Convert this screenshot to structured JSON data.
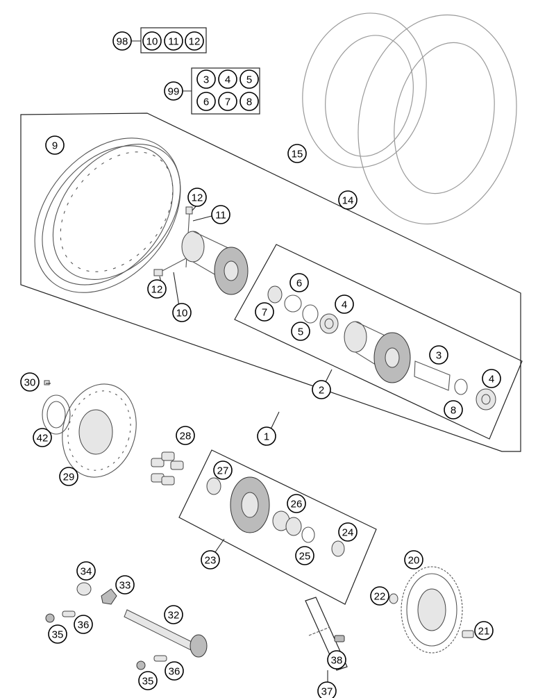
{
  "diagram": {
    "callouts": [
      {
        "id": "c98",
        "label": "98"
      },
      {
        "id": "c10a",
        "label": "10"
      },
      {
        "id": "c11a",
        "label": "11"
      },
      {
        "id": "c12a",
        "label": "12"
      },
      {
        "id": "c99",
        "label": "99"
      },
      {
        "id": "c3a",
        "label": "3"
      },
      {
        "id": "c4a",
        "label": "4"
      },
      {
        "id": "c5a",
        "label": "5"
      },
      {
        "id": "c6a",
        "label": "6"
      },
      {
        "id": "c7a",
        "label": "7"
      },
      {
        "id": "c8a",
        "label": "8"
      },
      {
        "id": "c9",
        "label": "9"
      },
      {
        "id": "c15",
        "label": "15"
      },
      {
        "id": "c14",
        "label": "14"
      },
      {
        "id": "c12b",
        "label": "12"
      },
      {
        "id": "c11b",
        "label": "11"
      },
      {
        "id": "c12c",
        "label": "12"
      },
      {
        "id": "c10b",
        "label": "10"
      },
      {
        "id": "c6b",
        "label": "6"
      },
      {
        "id": "c7b",
        "label": "7"
      },
      {
        "id": "c4b",
        "label": "4"
      },
      {
        "id": "c5b",
        "label": "5"
      },
      {
        "id": "c3b",
        "label": "3"
      },
      {
        "id": "c2",
        "label": "2"
      },
      {
        "id": "c4c",
        "label": "4"
      },
      {
        "id": "c8b",
        "label": "8"
      },
      {
        "id": "c1",
        "label": "1"
      },
      {
        "id": "c30",
        "label": "30"
      },
      {
        "id": "c42",
        "label": "42"
      },
      {
        "id": "c29",
        "label": "29"
      },
      {
        "id": "c28",
        "label": "28"
      },
      {
        "id": "c27",
        "label": "27"
      },
      {
        "id": "c26",
        "label": "26"
      },
      {
        "id": "c24",
        "label": "24"
      },
      {
        "id": "c25",
        "label": "25"
      },
      {
        "id": "c23",
        "label": "23"
      },
      {
        "id": "c20",
        "label": "20"
      },
      {
        "id": "c22",
        "label": "22"
      },
      {
        "id": "c21",
        "label": "21"
      },
      {
        "id": "c34",
        "label": "34"
      },
      {
        "id": "c33",
        "label": "33"
      },
      {
        "id": "c32",
        "label": "32"
      },
      {
        "id": "c35a",
        "label": "35"
      },
      {
        "id": "c36a",
        "label": "36"
      },
      {
        "id": "c38",
        "label": "38"
      },
      {
        "id": "c35b",
        "label": "35"
      },
      {
        "id": "c36b",
        "label": "36"
      },
      {
        "id": "c37",
        "label": "37"
      }
    ]
  }
}
